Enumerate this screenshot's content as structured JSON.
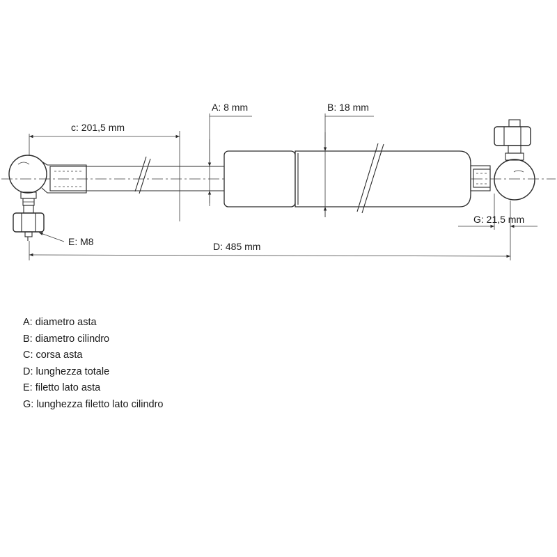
{
  "dimensions": {
    "a": "A: 8 mm",
    "b": "B: 18 mm",
    "c": "c: 201,5 mm",
    "d": "D: 485 mm",
    "e": "E: M8",
    "g": "G: 21,5 mm"
  },
  "legend": [
    "A: diametro asta",
    "B: diametro cilindro",
    "C: corsa asta",
    "D: lunghezza totale",
    "E: filetto lato asta",
    "G: lunghezza filetto lato cilindro"
  ]
}
